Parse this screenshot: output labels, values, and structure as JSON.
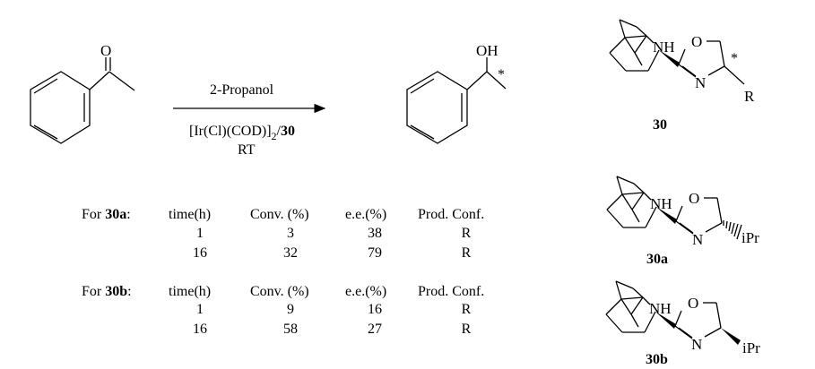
{
  "reaction": {
    "substrate_atoms": {
      "oxygen": "O"
    },
    "product_atoms": {
      "oh": "OH",
      "stereo_mark": "*"
    },
    "arrow": {
      "solvent": "2-Propanol",
      "catalyst_prefix": "[Ir(Cl)(COD)]",
      "catalyst_subscript": "2",
      "catalyst_separator": "/",
      "ligand_ref": "30",
      "temperature": "RT"
    }
  },
  "tables": [
    {
      "label_prefix": "For ",
      "label_ref": "30a",
      "label_suffix": ":",
      "headers": [
        "time(h)",
        "Conv. (%)",
        "e.e.(%)",
        "Prod. Conf."
      ],
      "rows": [
        [
          "1",
          "3",
          "38",
          "R"
        ],
        [
          "16",
          "32",
          "79",
          "R"
        ]
      ]
    },
    {
      "label_prefix": "For ",
      "label_ref": "30b",
      "label_suffix": ":",
      "headers": [
        "time(h)",
        "Conv. (%)",
        "e.e.(%)",
        "Prod. Conf."
      ],
      "rows": [
        [
          "1",
          "9",
          "16",
          "R"
        ],
        [
          "16",
          "58",
          "27",
          "R"
        ]
      ]
    }
  ],
  "ligands": [
    {
      "nh": "NH",
      "o": "O",
      "n": "N",
      "substituent": "R",
      "stereo_mark": "*",
      "label": "30"
    },
    {
      "nh": "NH",
      "o": "O",
      "n": "N",
      "substituent": "iPr",
      "label": "30a"
    },
    {
      "nh": "NH",
      "o": "O",
      "n": "N",
      "substituent": "iPr",
      "label": "30b"
    }
  ]
}
